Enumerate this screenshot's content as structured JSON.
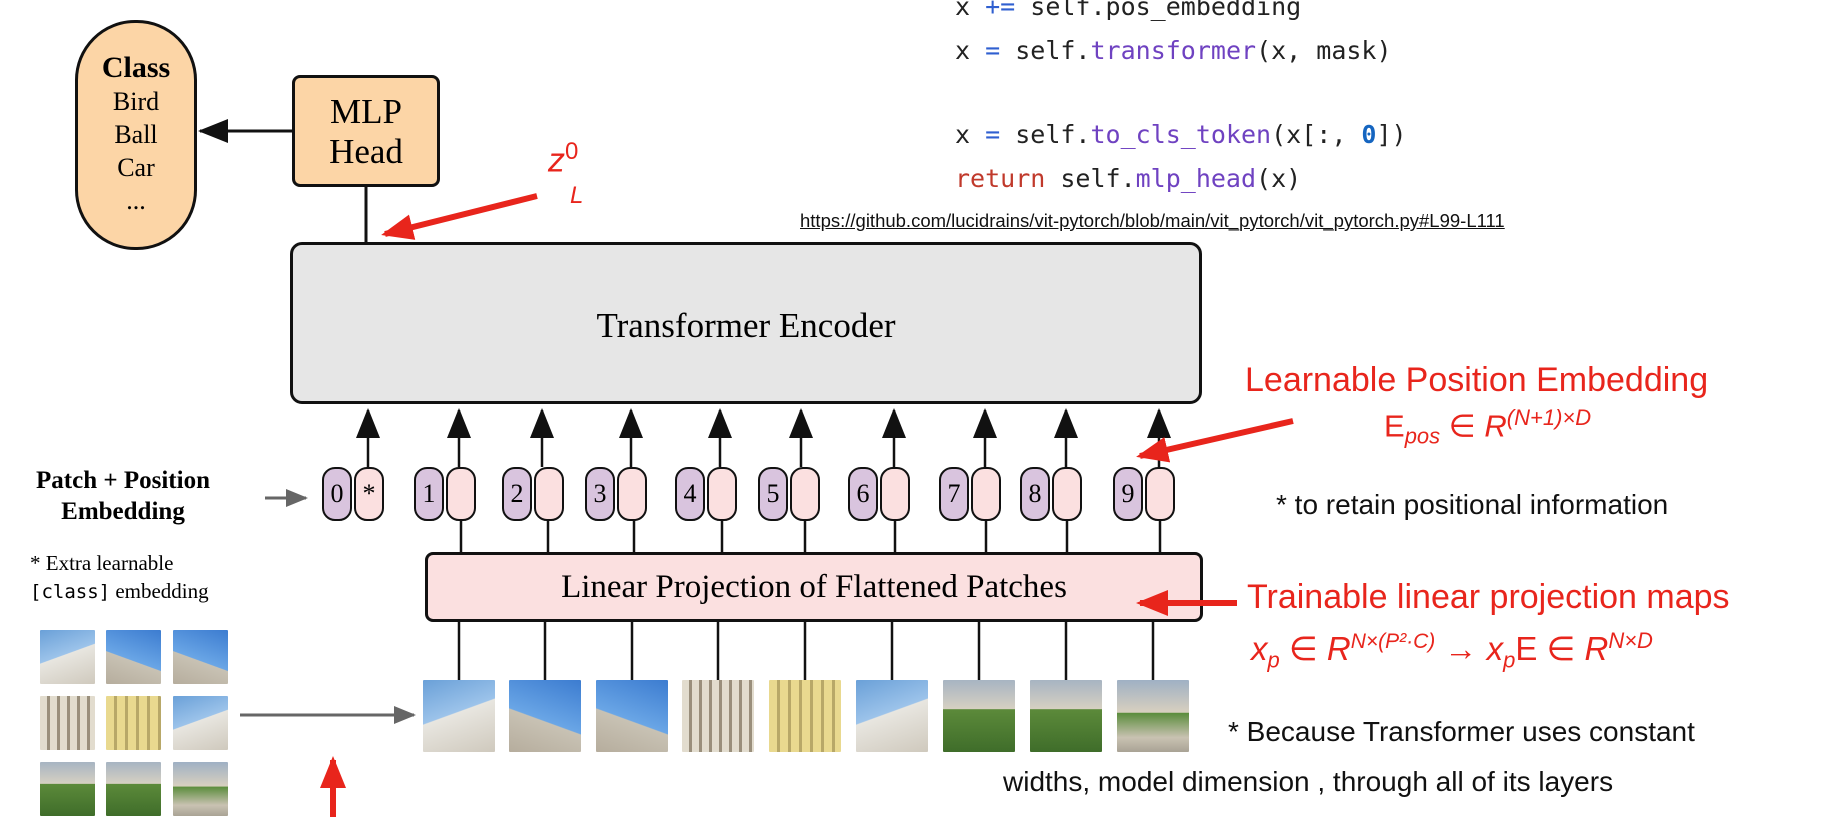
{
  "code": {
    "line1": {
      "lhs": "x ",
      "op": "+=",
      "rest": " self.pos_embedding"
    },
    "line2": {
      "lhs": "x ",
      "op": "=",
      "pre": " self.",
      "fn": "transformer",
      "post": "(x, mask)"
    },
    "line3": {
      "lhs": "x ",
      "op": "=",
      "pre": " self.",
      "fn": "to_cls_token",
      "post_a": "(x[:, ",
      "num": "0",
      "post_b": "])"
    },
    "line4": {
      "kw": "return",
      "pre": " self.",
      "fn": "mlp_head",
      "post": "(x)"
    },
    "link": "https://github.com/lucidrains/vit-pytorch/blob/main/vit_pytorch/vit_pytorch.py#L99-L111"
  },
  "class_box": {
    "title": "Class",
    "items": [
      "Bird",
      "Ball",
      "Car",
      "..."
    ]
  },
  "mlp_head": {
    "line1": "MLP",
    "line2": "Head"
  },
  "z_label": {
    "base": "z",
    "sup": "0",
    "sub": "L"
  },
  "encoder": {
    "label": "Transformer Encoder"
  },
  "projection": {
    "label": "Linear Projection of Flattened Patches"
  },
  "tokens": [
    {
      "num": "0",
      "pos": "*"
    },
    {
      "num": "1",
      "pos": ""
    },
    {
      "num": "2",
      "pos": ""
    },
    {
      "num": "3",
      "pos": ""
    },
    {
      "num": "4",
      "pos": ""
    },
    {
      "num": "5",
      "pos": ""
    },
    {
      "num": "6",
      "pos": ""
    },
    {
      "num": "7",
      "pos": ""
    },
    {
      "num": "8",
      "pos": ""
    },
    {
      "num": "9",
      "pos": ""
    }
  ],
  "patch_label": {
    "line1": "Patch + Position",
    "line2": "Embedding"
  },
  "extra_note": {
    "line1": "* Extra learnable",
    "code": "[class]",
    "line2_rest": " embedding"
  },
  "annotations": {
    "lpe_title": "Learnable Position Embedding",
    "lpe_formula": {
      "e": "E",
      "sub": "pos",
      "in": " ∈ ",
      "r": "R",
      "sup": "(N+1)×D"
    },
    "retain_note": "* to retain positional information",
    "tlp_title": "Trainable linear projection maps",
    "tlp_formula": {
      "x": "x",
      "sub1": "p",
      "in1": " ∈ ",
      "r1": "R",
      "sup1": "N×(P²·C)",
      "arrow": " → ",
      "x2": "x",
      "sub2": "p",
      "e": "E",
      "in2": " ∈ ",
      "r2": "R",
      "sup2": "N×D"
    },
    "const_note1": "* Because Transformer uses constant",
    "const_note2": "widths, model dimension    , through all of its layers"
  },
  "colors": {
    "accent_red": "#e8251c",
    "head_orange": "#fcd5a6",
    "encoder_gray": "#e6e6e6",
    "token_purple": "#d9c4de",
    "token_pink": "#fbe0e0"
  }
}
